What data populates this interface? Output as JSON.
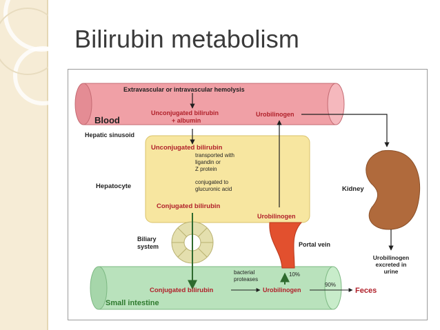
{
  "slide": {
    "title": "Bilirubin metabolism"
  },
  "diagram": {
    "hemolysis": "Extravascular or intravascular hemolysis",
    "blood": "Blood",
    "unconj_albumin_1": "Unconjugated bilirubin",
    "unconj_albumin_2": "+ albumin",
    "urobilinogen_blood": "Urobilinogen",
    "hepatic_sinusoid": "Hepatic sinusoid",
    "unconj_hepatocyte": "Unconjugated bilirubin",
    "transport_1": "transported with",
    "transport_2": "ligandin or",
    "transport_3": "Z protein",
    "conj_note_1": "conjugated to",
    "conj_note_2": "glucuronic acid",
    "hepatocyte": "Hepatocyte",
    "conj_hepatocyte": "Conjugated bilirubin",
    "urobilinogen_liver": "Urobilinogen",
    "kidney": "Kidney",
    "biliary_1": "Biliary",
    "biliary_2": "system",
    "portal_vein": "Portal vein",
    "urine_1": "Urobilinogen",
    "urine_2": "excreted in",
    "urine_3": "urine",
    "pct_10": "10%",
    "pct_90": "90%",
    "bacterial_1": "bacterial",
    "bacterial_2": "proteases",
    "conj_intestine": "Conjugated bilirubin",
    "urobilinogen_intestine": "Urobilinogen",
    "feces": "Feces",
    "small_intestine": "Small intestine"
  },
  "colors": {
    "blood_vessel": "#f0a0a6",
    "hepatocyte": "#f7e6a0",
    "intestine": "#b9e2bc",
    "kidney": "#b06a3c",
    "portal_vein": "#e2502e",
    "biliary": "#e4dfae",
    "accent_red": "#b0202a",
    "accent_green": "#2e7a2e",
    "slide_band": "#f6ecd6"
  }
}
